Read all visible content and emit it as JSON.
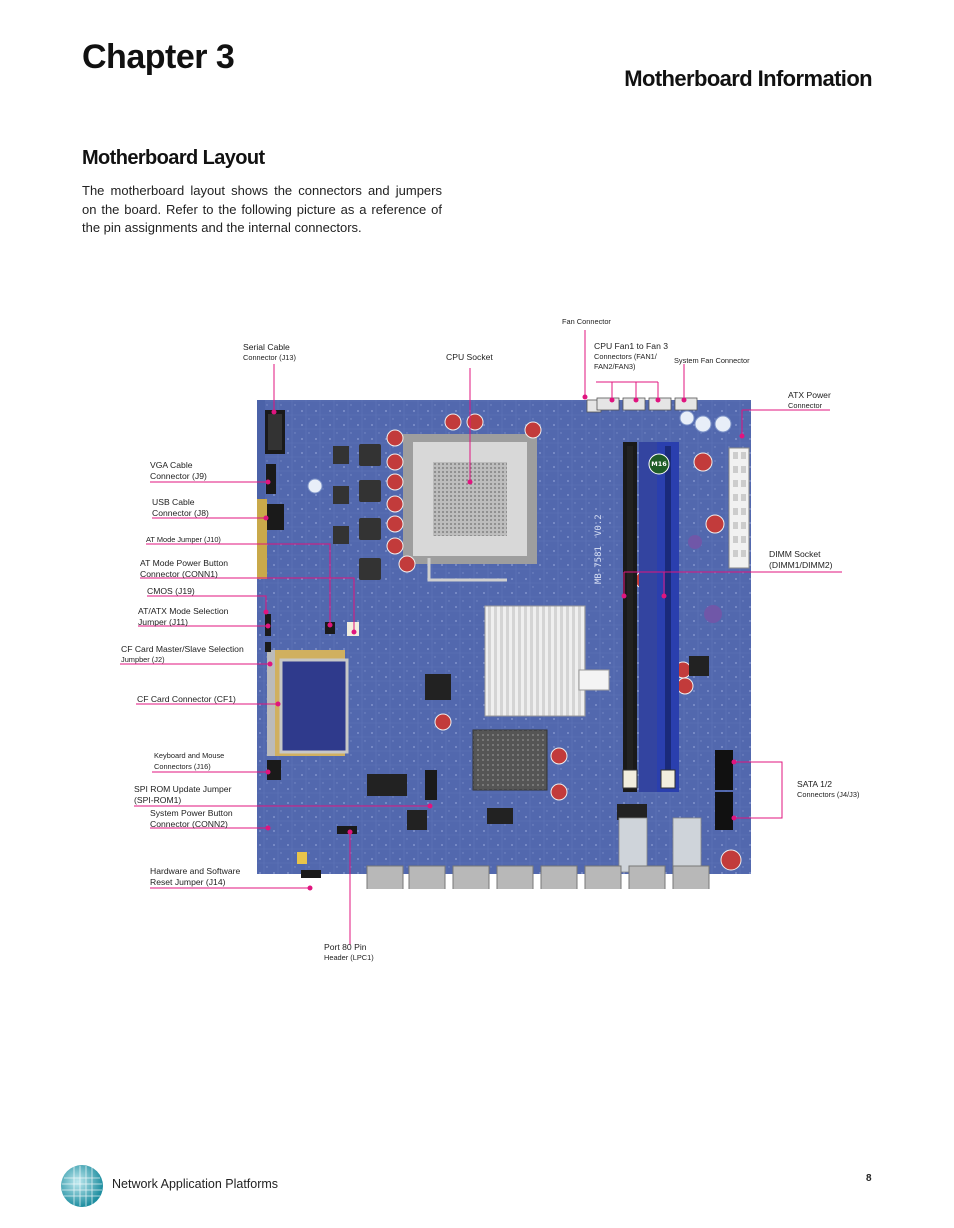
{
  "header": {
    "chapter_title": "Chapter 3",
    "section_title": "Motherboard Information"
  },
  "content": {
    "subsection_title": "Motherboard Layout",
    "intro": "The motherboard layout shows the connectors and jumpers on the board. Refer to the following picture as a reference of the pin assignments and the internal connectors."
  },
  "callouts": {
    "fan_connector": "Fan Connector",
    "serial_cable": {
      "line1": "Serial Cable",
      "line2": "Connector (J13)"
    },
    "cpu_socket": "CPU Socket",
    "cpu_fan": {
      "line1": "CPU Fan1 to Fan 3",
      "line2": "Connectors (FAN1/",
      "line3": "FAN2/FAN3)"
    },
    "system_fan": "System Fan Connector",
    "atx_power": {
      "line1": "ATX Power",
      "line2": "Connector"
    },
    "vga_cable": {
      "line1": "VGA Cable",
      "line2": "Connector (J9)"
    },
    "usb_cable": {
      "line1": "USB Cable",
      "line2": "Connector (J8)"
    },
    "at_mode_jumper": "AT Mode Jumper (J10)",
    "at_power_button": {
      "line1": "AT Mode Power Button",
      "line2": "Connector (CONN1)"
    },
    "cmos": "CMOS (J19)",
    "at_atx_selection": {
      "line1": "AT/ATX Mode Selection",
      "line2": "Jumper (J11)"
    },
    "cf_master_slave": {
      "line1": "CF Card Master/Slave Selection",
      "line2": "Jumpber (J2)"
    },
    "cf_connector": "CF Card Connector (CF1)",
    "dimm_socket": {
      "line1": "DIMM Socket",
      "line2": "(DIMM1/DIMM2)"
    },
    "keyboard_mouse": {
      "line1": "Keyboard and Mouse",
      "line2": "Connectors (J16)"
    },
    "spi_rom": {
      "line1": "SPI ROM Update Jumper",
      "line2": "(SPI-ROM1)"
    },
    "system_power_button": {
      "line1": "System Power Button",
      "line2": "Connector (CONN2)"
    },
    "sata": {
      "line1": "SATA 1/2",
      "line2": "Connectors (J4/J3)"
    },
    "hw_sw_reset": {
      "line1": "Hardware and Software",
      "line2": "Reset Jumper (J14)"
    },
    "port80": {
      "line1": "Port 80 Pin",
      "line2": "Header (LPC1)"
    }
  },
  "board": {
    "silkscreen_model": "MB-7581",
    "silkscreen_version": "V0.2",
    "chip_label": "M16"
  },
  "footer": {
    "platform_text": "Network Application Platforms",
    "page_number": "8"
  },
  "colors": {
    "callout_line": "#e0157f",
    "board_blue": "#5068b0",
    "dimm_blue": "#2a3fae"
  }
}
